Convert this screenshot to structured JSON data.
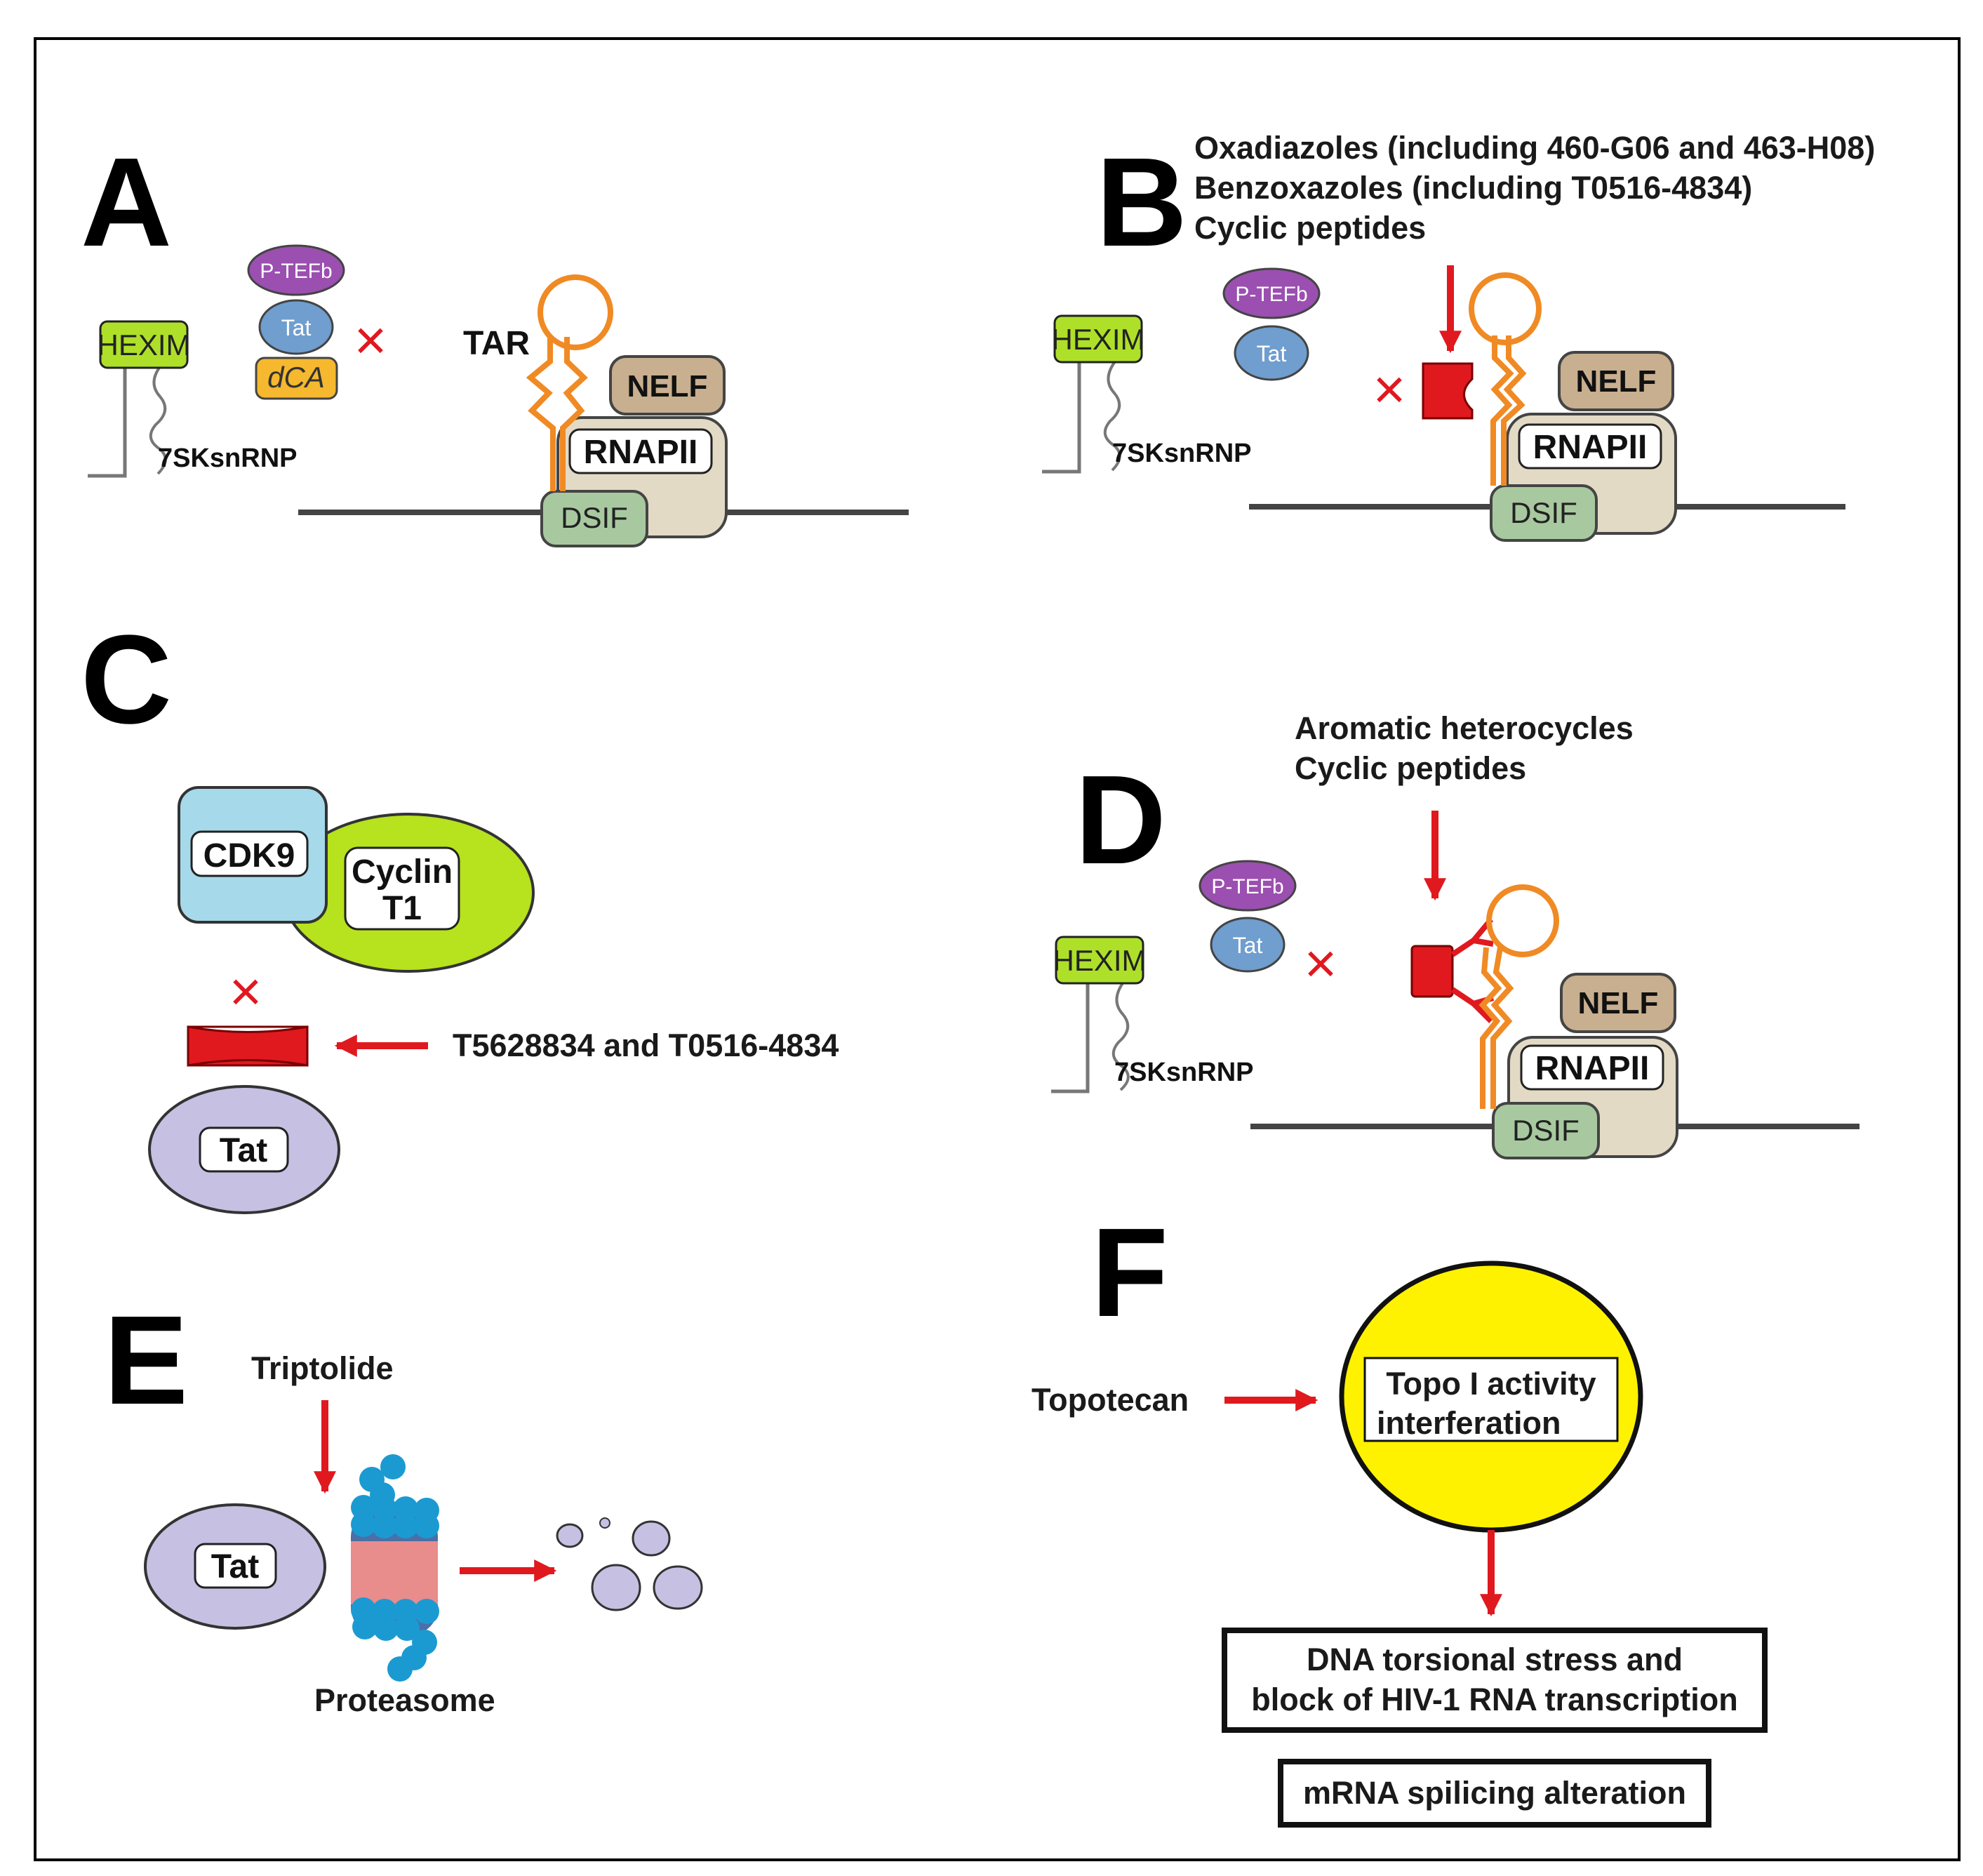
{
  "panels": {
    "A": {
      "letter": "A",
      "hexim": "HEXIM",
      "snrnp": "7SKsnRNP",
      "ptefb": "P-TEFb",
      "tat": "Tat",
      "dca": "dCA",
      "tar": "TAR",
      "nelf": "NELF",
      "rnapii": "RNAPII",
      "dsif": "DSIF",
      "block_mark": "×"
    },
    "B": {
      "letter": "B",
      "compounds": [
        "Oxadiazoles (including 460-G06 and 463-H08)",
        "Benzoxazoles (including T0516-4834)",
        "Cyclic peptides"
      ],
      "hexim": "HEXIM",
      "snrnp": "7SKsnRNP",
      "ptefb": "P-TEFb",
      "tat": "Tat",
      "nelf": "NELF",
      "rnapii": "RNAPII",
      "dsif": "DSIF",
      "block_mark": "×"
    },
    "C": {
      "letter": "C",
      "cdk9": "CDK9",
      "cyclin_line1": "Cyclin",
      "cyclin_line2": "T1",
      "tat": "Tat",
      "compounds": "T5628834 and T0516-4834",
      "block_mark": "×"
    },
    "D": {
      "letter": "D",
      "compounds": [
        "Aromatic heterocycles",
        "Cyclic peptides"
      ],
      "hexim": "HEXIM",
      "snrnp": "7SKsnRNP",
      "ptefb": "P-TEFb",
      "tat": "Tat",
      "nelf": "NELF",
      "rnapii": "RNAPII",
      "dsif": "DSIF",
      "block_mark": "×"
    },
    "E": {
      "letter": "E",
      "drug": "Triptolide",
      "tat": "Tat",
      "proteasome": "Proteasome"
    },
    "F": {
      "letter": "F",
      "drug": "Topotecan",
      "center_line1": "Topo I activity",
      "center_line2": "interferation",
      "effect_line1": "DNA torsional stress and",
      "effect_line2": "block of HIV-1 RNA transcription",
      "effect2": "mRNA spilicing alteration"
    }
  },
  "colors": {
    "ptefb": "#9b4fb0",
    "tat_small": "#6f9ecf",
    "hexim": "#aee02a",
    "dca": "#f5b82e",
    "tar": "#f08a24",
    "nelf": "#c8af8f",
    "rnapii": "#e3dac6",
    "dsif": "#a8c99f",
    "inhibitor": "#e0191f",
    "cdk9": "#a6d9ea",
    "cyclin": "#b6e21e",
    "tat_large": "#c6c0e3",
    "proteasome_blue": "#1b9ad2",
    "proteasome_dark": "#4b6fa6",
    "proteasome_pink": "#e98c8c",
    "topo": "#fff200"
  }
}
